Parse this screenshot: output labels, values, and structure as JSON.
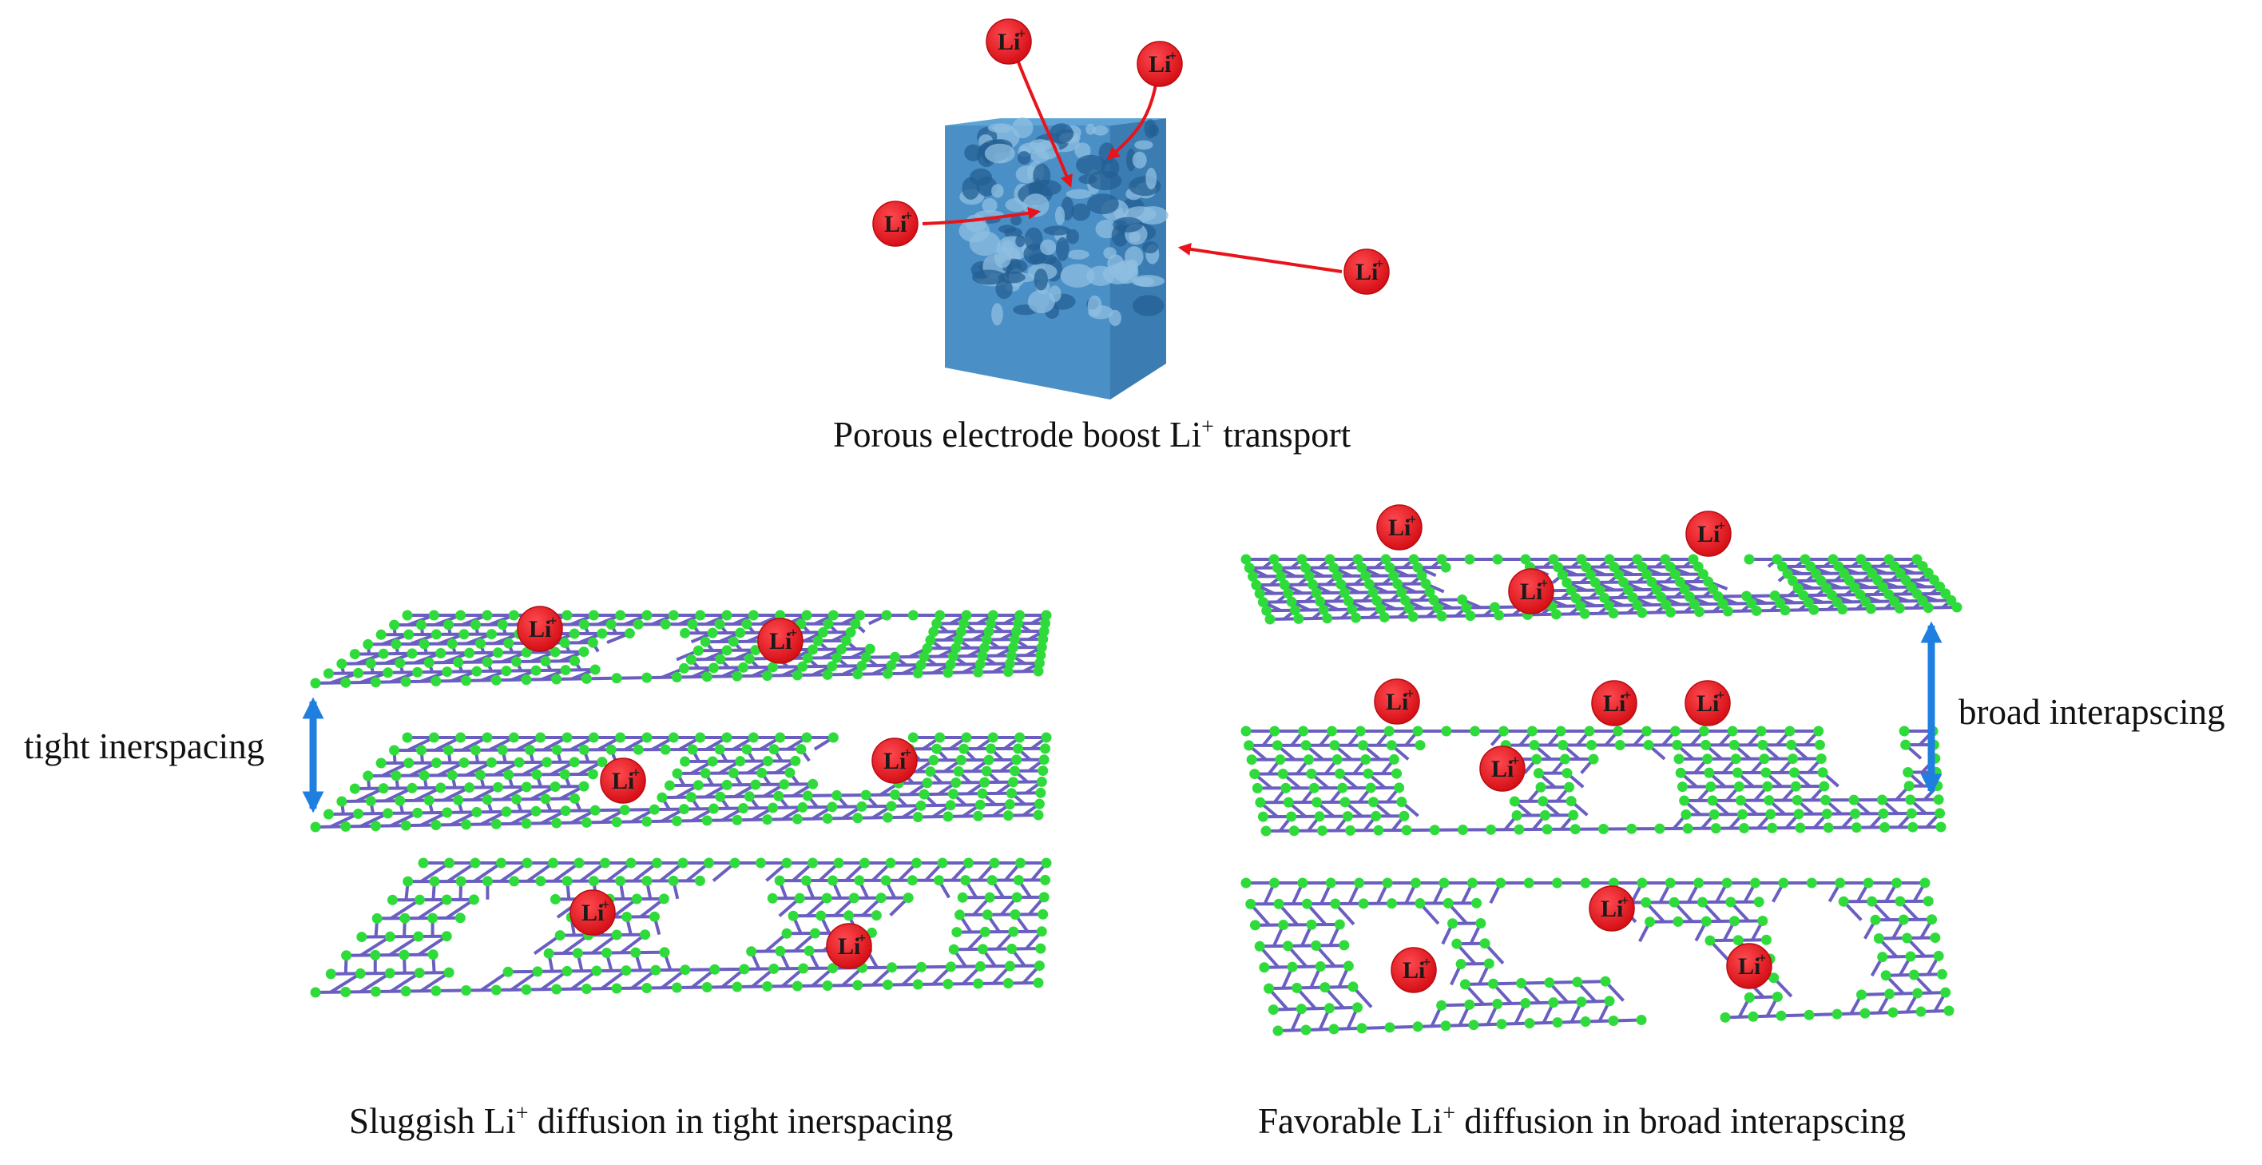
{
  "ion": {
    "symbol": "Li",
    "charge": "+",
    "fill_color": "#e8141b",
    "text_color": "#1a1a1a"
  },
  "colors": {
    "cube_face": "#4d93c8",
    "cube_top": "#5fa3d4",
    "cube_side": "#3b7fb4",
    "bond": "#6a5fc1",
    "atom": "#2edb3a",
    "arrow_red": "#e8141b",
    "arrow_blue": "#1f7fe0"
  },
  "top_panel": {
    "caption_prefix": "Porous electrode boost Li",
    "caption_sup": "+",
    "caption_suffix": " transport",
    "ion_count": 4
  },
  "left_panel": {
    "spacing_label": "tight inerspacing",
    "caption_prefix": "Sluggish Li",
    "caption_sup": "+",
    "caption_suffix": " diffusion in tight inerspacing",
    "layer_count": 3,
    "ions_per_layer": [
      2,
      2,
      2
    ]
  },
  "right_panel": {
    "spacing_label": "broad interapscing",
    "caption_prefix": "Favorable Li",
    "caption_sup": "+",
    "caption_suffix": " diffusion in broad interapscing",
    "layer_count": 3,
    "ions_above_top_layer": 2,
    "ions_per_layer": [
      1,
      4,
      3
    ]
  }
}
